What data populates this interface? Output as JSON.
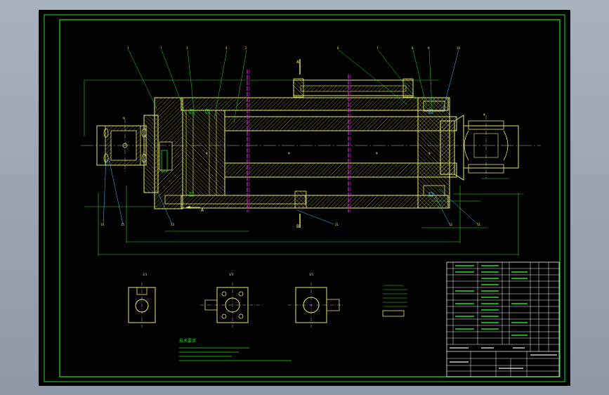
{
  "drawing": {
    "balloons": [
      "1",
      "7",
      "3",
      "4",
      "2",
      "6",
      "7",
      "8",
      "9",
      "10",
      "11",
      "12",
      "11",
      "13",
      "14",
      "15"
    ],
    "section_labels": [
      "A",
      "B",
      "A"
    ],
    "view_labels": [
      "1/1",
      "1/1",
      "1/1"
    ],
    "dims": [
      "φ",
      "φ",
      "φ",
      "φ",
      "φ",
      "φ"
    ],
    "tech_heading": "技术要求"
  },
  "colors": {
    "background": "#000000",
    "outline": "#e8e86a",
    "green": "#20e020",
    "cyan": "#3ec8ff",
    "magenta": "#e020e0",
    "white": "#f0f0f0"
  }
}
